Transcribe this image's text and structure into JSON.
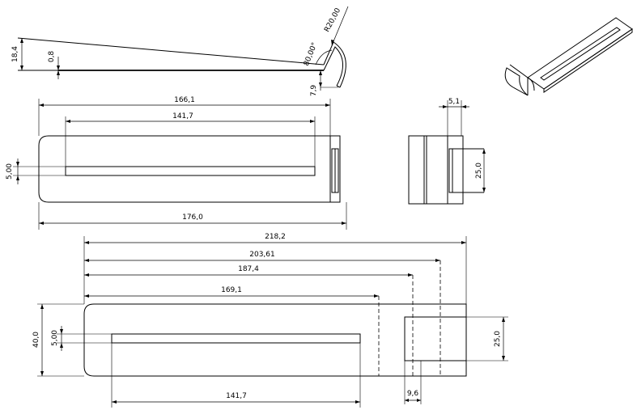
{
  "colors": {
    "line": "#000000",
    "background": "#ffffff"
  },
  "side_view": {
    "height": "18,4",
    "thickness": "0,8",
    "angle": "80,00°",
    "radius": "R20,00",
    "drop": "7,9"
  },
  "top_view": {
    "overall_to_tab": "166,1",
    "slot_length": "141,7",
    "slot_width": "5,00",
    "overall_length": "176,0"
  },
  "end_view": {
    "offset": "5,1",
    "width": "25,0"
  },
  "flat_pattern": {
    "overall_length": "218,2",
    "bend_line_3": "203,61",
    "bend_line_2": "187,4",
    "bend_line_1": "169,1",
    "overall_width": "40,0",
    "slot_width": "5,00",
    "slot_length": "141,7",
    "tab_width": "25,0",
    "tab_offset": "9,6"
  }
}
